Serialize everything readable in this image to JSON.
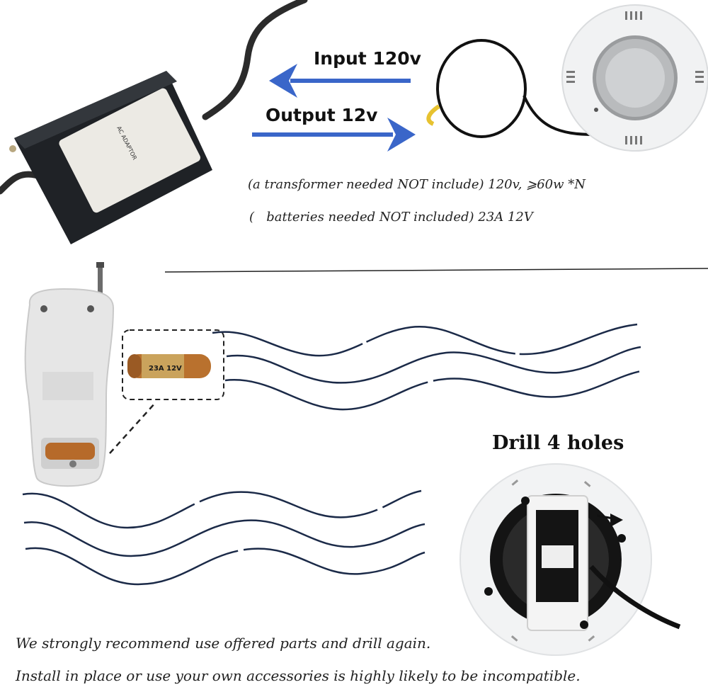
{
  "wiring": {
    "input_label": "Input 120v",
    "output_label": "Output 12v",
    "arrow_color": "#3a66c9"
  },
  "transformer": {
    "icon": "ac-adaptor-transformer",
    "plate_title": "AC ADAPTOR"
  },
  "notes": {
    "transformer_note": "(a transformer needed NOT include) 120v, ⩾60w *N",
    "battery_note": "(   batteries needed NOT included) 23A 12V"
  },
  "battery": {
    "icon": "battery-23a",
    "label": "23A 12V"
  },
  "install": {
    "heading": "Drill 4 holes"
  },
  "footer": {
    "line1": "We strongly recommend use offered parts and drill again.",
    "line2": "Install in place or use your own accessories is highly likely to be incompatible."
  }
}
